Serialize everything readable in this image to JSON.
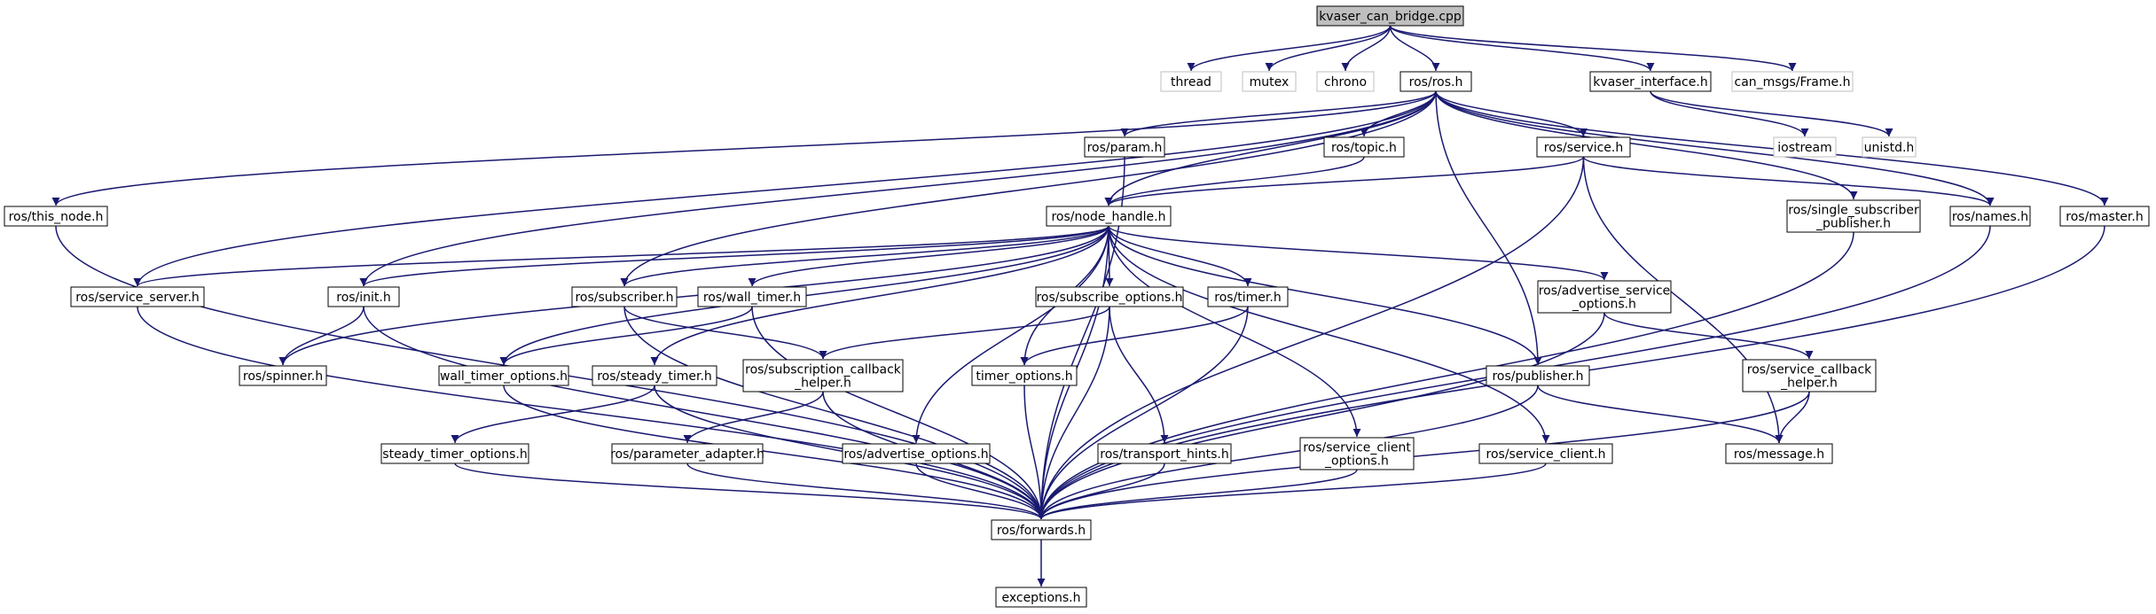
{
  "colors": {
    "root_fill": "#bfbfbf",
    "node_fill": "#ffffff",
    "node_border": "#000000",
    "external_border": "#bfbfbf",
    "edge": "#191970",
    "text": "#000000"
  },
  "nodes": [
    {
      "id": "root",
      "lines": [
        "kvaser_can_bridge.cpp"
      ],
      "kind": "root"
    },
    {
      "id": "thread",
      "lines": [
        "thread"
      ],
      "kind": "external"
    },
    {
      "id": "mutex",
      "lines": [
        "mutex"
      ],
      "kind": "external"
    },
    {
      "id": "chrono",
      "lines": [
        "chrono"
      ],
      "kind": "external"
    },
    {
      "id": "ros_h",
      "lines": [
        "ros/ros.h"
      ],
      "kind": "normal"
    },
    {
      "id": "kvaser_if",
      "lines": [
        "kvaser_interface.h"
      ],
      "kind": "normal"
    },
    {
      "id": "can_frame",
      "lines": [
        "can_msgs/Frame.h"
      ],
      "kind": "external"
    },
    {
      "id": "param",
      "lines": [
        "ros/param.h"
      ],
      "kind": "normal"
    },
    {
      "id": "topic",
      "lines": [
        "ros/topic.h"
      ],
      "kind": "normal"
    },
    {
      "id": "service",
      "lines": [
        "ros/service.h"
      ],
      "kind": "normal"
    },
    {
      "id": "iostream",
      "lines": [
        "iostream"
      ],
      "kind": "external"
    },
    {
      "id": "unistd",
      "lines": [
        "unistd.h"
      ],
      "kind": "external"
    },
    {
      "id": "this_node",
      "lines": [
        "ros/this_node.h"
      ],
      "kind": "normal"
    },
    {
      "id": "node_handle",
      "lines": [
        "ros/node_handle.h"
      ],
      "kind": "normal"
    },
    {
      "id": "single_sub",
      "lines": [
        "ros/single_subscriber",
        "_publisher.h"
      ],
      "kind": "normal"
    },
    {
      "id": "names",
      "lines": [
        "ros/names.h"
      ],
      "kind": "normal"
    },
    {
      "id": "master",
      "lines": [
        "ros/master.h"
      ],
      "kind": "normal"
    },
    {
      "id": "service_server",
      "lines": [
        "ros/service_server.h"
      ],
      "kind": "normal"
    },
    {
      "id": "init",
      "lines": [
        "ros/init.h"
      ],
      "kind": "normal"
    },
    {
      "id": "subscriber",
      "lines": [
        "ros/subscriber.h"
      ],
      "kind": "normal"
    },
    {
      "id": "wall_timer",
      "lines": [
        "ros/wall_timer.h"
      ],
      "kind": "normal"
    },
    {
      "id": "subscribe_options",
      "lines": [
        "ros/subscribe_options.h"
      ],
      "kind": "normal"
    },
    {
      "id": "timer",
      "lines": [
        "ros/timer.h"
      ],
      "kind": "normal"
    },
    {
      "id": "advertise_service_options",
      "lines": [
        "ros/advertise_service",
        "_options.h"
      ],
      "kind": "normal"
    },
    {
      "id": "spinner",
      "lines": [
        "ros/spinner.h"
      ],
      "kind": "normal"
    },
    {
      "id": "wall_timer_options",
      "lines": [
        "wall_timer_options.h"
      ],
      "kind": "normal"
    },
    {
      "id": "steady_timer",
      "lines": [
        "ros/steady_timer.h"
      ],
      "kind": "normal"
    },
    {
      "id": "subscription_cb",
      "lines": [
        "ros/subscription_callback",
        "_helper.h"
      ],
      "kind": "normal"
    },
    {
      "id": "timer_options",
      "lines": [
        "timer_options.h"
      ],
      "kind": "normal"
    },
    {
      "id": "publisher",
      "lines": [
        "ros/publisher.h"
      ],
      "kind": "normal"
    },
    {
      "id": "service_cb",
      "lines": [
        "ros/service_callback",
        "_helper.h"
      ],
      "kind": "normal"
    },
    {
      "id": "steady_timer_options",
      "lines": [
        "steady_timer_options.h"
      ],
      "kind": "normal"
    },
    {
      "id": "parameter_adapter",
      "lines": [
        "ros/parameter_adapter.h"
      ],
      "kind": "normal"
    },
    {
      "id": "advertise_options",
      "lines": [
        "ros/advertise_options.h"
      ],
      "kind": "normal"
    },
    {
      "id": "transport_hints",
      "lines": [
        "ros/transport_hints.h"
      ],
      "kind": "normal"
    },
    {
      "id": "service_client_options",
      "lines": [
        "ros/service_client",
        "_options.h"
      ],
      "kind": "normal"
    },
    {
      "id": "service_client",
      "lines": [
        "ros/service_client.h"
      ],
      "kind": "normal"
    },
    {
      "id": "message",
      "lines": [
        "ros/message.h"
      ],
      "kind": "normal"
    },
    {
      "id": "forwards",
      "lines": [
        "ros/forwards.h"
      ],
      "kind": "normal"
    },
    {
      "id": "exceptions",
      "lines": [
        "exceptions.h"
      ],
      "kind": "normal"
    }
  ],
  "edges": [
    [
      "root",
      "thread"
    ],
    [
      "root",
      "mutex"
    ],
    [
      "root",
      "chrono"
    ],
    [
      "root",
      "ros_h"
    ],
    [
      "root",
      "kvaser_if"
    ],
    [
      "root",
      "can_frame"
    ],
    [
      "kvaser_if",
      "iostream"
    ],
    [
      "kvaser_if",
      "unistd"
    ],
    [
      "ros_h",
      "this_node"
    ],
    [
      "ros_h",
      "param"
    ],
    [
      "ros_h",
      "topic"
    ],
    [
      "ros_h",
      "service"
    ],
    [
      "ros_h",
      "node_handle"
    ],
    [
      "ros_h",
      "single_sub"
    ],
    [
      "ros_h",
      "names"
    ],
    [
      "ros_h",
      "master"
    ],
    [
      "ros_h",
      "service_server"
    ],
    [
      "ros_h",
      "init"
    ],
    [
      "ros_h",
      "subscriber"
    ],
    [
      "ros_h",
      "publisher"
    ],
    [
      "topic",
      "node_handle"
    ],
    [
      "service",
      "node_handle"
    ],
    [
      "service",
      "names"
    ],
    [
      "service",
      "message"
    ],
    [
      "service",
      "forwards"
    ],
    [
      "param",
      "forwards"
    ],
    [
      "this_node",
      "forwards"
    ],
    [
      "single_sub",
      "forwards"
    ],
    [
      "names",
      "forwards"
    ],
    [
      "master",
      "forwards"
    ],
    [
      "node_handle",
      "service_server"
    ],
    [
      "node_handle",
      "init"
    ],
    [
      "node_handle",
      "subscriber"
    ],
    [
      "node_handle",
      "wall_timer"
    ],
    [
      "node_handle",
      "subscribe_options"
    ],
    [
      "node_handle",
      "timer"
    ],
    [
      "node_handle",
      "advertise_service_options"
    ],
    [
      "node_handle",
      "spinner"
    ],
    [
      "node_handle",
      "wall_timer_options"
    ],
    [
      "node_handle",
      "steady_timer"
    ],
    [
      "node_handle",
      "timer_options"
    ],
    [
      "node_handle",
      "publisher"
    ],
    [
      "node_handle",
      "advertise_options"
    ],
    [
      "node_handle",
      "service_client_options"
    ],
    [
      "node_handle",
      "service_client"
    ],
    [
      "node_handle",
      "forwards"
    ],
    [
      "service_server",
      "forwards"
    ],
    [
      "init",
      "spinner"
    ],
    [
      "init",
      "forwards"
    ],
    [
      "subscriber",
      "subscription_cb"
    ],
    [
      "subscriber",
      "forwards"
    ],
    [
      "wall_timer",
      "wall_timer_options"
    ],
    [
      "wall_timer",
      "forwards"
    ],
    [
      "subscribe_options",
      "subscription_cb"
    ],
    [
      "subscribe_options",
      "transport_hints"
    ],
    [
      "subscribe_options",
      "forwards"
    ],
    [
      "timer",
      "timer_options"
    ],
    [
      "timer",
      "forwards"
    ],
    [
      "advertise_service_options",
      "service_cb"
    ],
    [
      "advertise_service_options",
      "forwards"
    ],
    [
      "wall_timer_options",
      "forwards"
    ],
    [
      "steady_timer",
      "steady_timer_options"
    ],
    [
      "steady_timer",
      "forwards"
    ],
    [
      "subscription_cb",
      "parameter_adapter"
    ],
    [
      "subscription_cb",
      "forwards"
    ],
    [
      "timer_options",
      "forwards"
    ],
    [
      "publisher",
      "message"
    ],
    [
      "publisher",
      "forwards"
    ],
    [
      "service_cb",
      "message"
    ],
    [
      "service_cb",
      "forwards"
    ],
    [
      "steady_timer_options",
      "forwards"
    ],
    [
      "parameter_adapter",
      "forwards"
    ],
    [
      "advertise_options",
      "forwards"
    ],
    [
      "transport_hints",
      "forwards"
    ],
    [
      "service_client_options",
      "forwards"
    ],
    [
      "service_client",
      "forwards"
    ],
    [
      "forwards",
      "exceptions"
    ]
  ]
}
